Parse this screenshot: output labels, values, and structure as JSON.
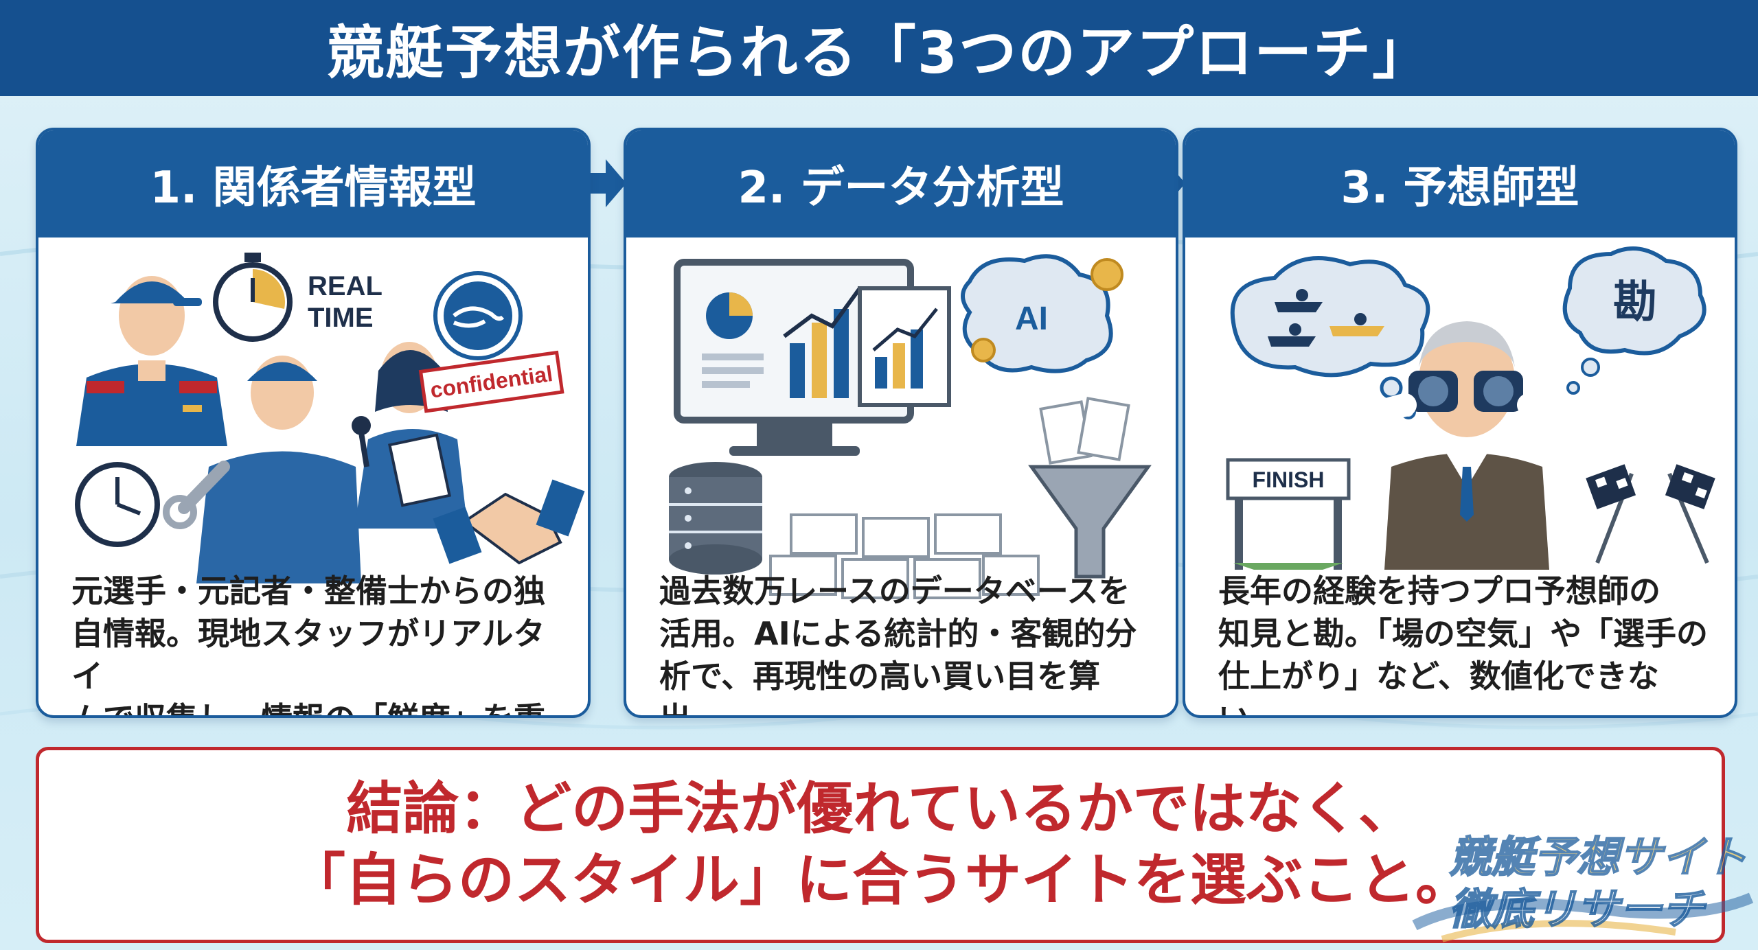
{
  "title": "競艇予想が作られる「3つのアプローチ」",
  "colors": {
    "header": "#15508f",
    "card": "#1b5c9c",
    "accent_red": "#c0282d",
    "gold": "#e8b64a"
  },
  "cards": [
    {
      "title": "1. 関係者情報型",
      "illustration_text": {
        "realtime_line1": "REAL",
        "realtime_line2": "TIME",
        "stamp": "confidential"
      },
      "lines": [
        "元選手・元記者・整備士からの独",
        "自情報。現地スタッフがリアルタイ",
        "ムで収集し、情報の「鮮度」を重視。"
      ]
    },
    {
      "title": "2. データ分析型",
      "illustration_text": {
        "brain": "AI"
      },
      "lines": [
        "過去数万レースのデータベースを",
        "活用。AIによる統計的・客観的分",
        "析で、再現性の高い買い目を算出。"
      ]
    },
    {
      "title": "3. 予想師型",
      "illustration_text": {
        "finish": "FINISH",
        "kan": "勘"
      },
      "lines": [
        "長年の経験を持つプロ予想師の",
        "知見と勘。「場の空気」や「選手の",
        "仕上がり」など、数値化できない。"
      ]
    }
  ],
  "conclusion": {
    "line1": "結論：どの手法が優れているかではなく、",
    "line2": "「自らのスタイル」に合うサイトを選ぶこと。"
  },
  "watermark": {
    "line1": "競艇予想サイト",
    "line2": "徹底リサーチ"
  }
}
